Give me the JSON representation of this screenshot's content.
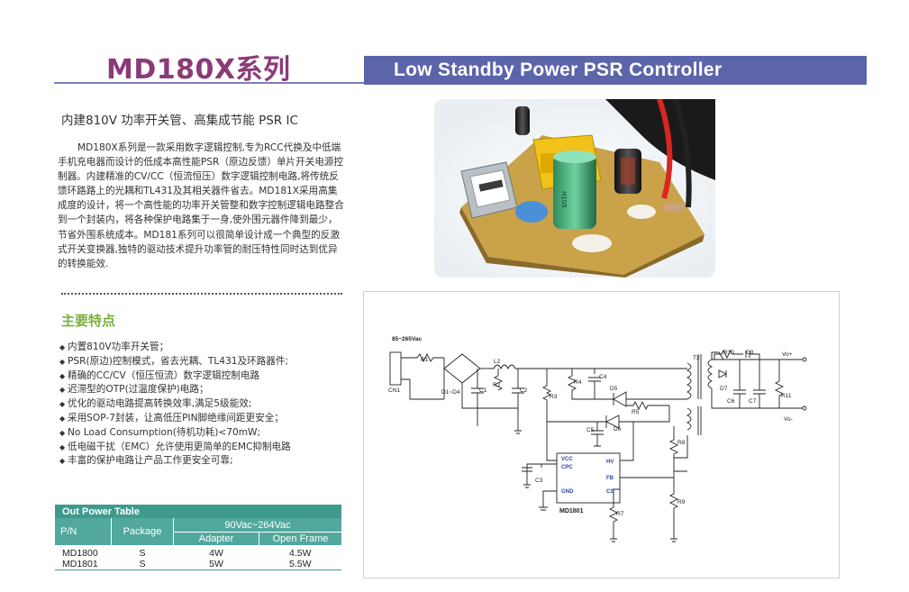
{
  "header": {
    "series_title": "MD180X系列",
    "bar_title": "Low Standby Power PSR Controller",
    "bar_color": "#5c64aa",
    "title_color": "#8b3a78"
  },
  "intro": {
    "subtitle": "内建810V 功率开关管、高集成节能 PSR IC",
    "description": "MD180X系列是一款采用数字逻辑控制,专为RCC代换及中低端手机充电器而设计的低成本高性能PSR（原边反馈）单片开关电源控制器。内建精准的CV/CC（恒流恒压）数字逻辑控制电路,将传统反馈环路路上的光耦和TL431及其相关器件省去。MD181X采用高集成度的设计，将一个高性能的功率开关管整和数字控制逻辑电路整合到一个封装内，将各种保护电路集于一身,使外围元器件降到最少，节省外围系统成本。MD181系列可以很简单设计成一个典型的反激式开关变换器,独特的驱动技术提升功率管的耐压特性同时达到优异的转换能效."
  },
  "features": {
    "heading": "主要特点",
    "heading_color": "#7ab13a",
    "items": [
      "内置810V功率开关管；",
      "PSR(原边)控制模式，省去光耦、TL431及环路器件;",
      "精确的CC/CV（恒压恒流）数字逻辑控制电路",
      "迟滞型的OTP(过温度保护)电路；",
      "优化的驱动电路提高转换效率,满足5级能效;",
      "采用SOP-7封装，让高低压PIN脚绝缘间距更安全；",
      "No Load Consumption(待机功耗)<70mW;",
      "低电磁干扰（EMC）允许使用更简单的EMC抑制电路",
      "丰富的保护电路让产品工作更安全可靠;"
    ]
  },
  "table": {
    "title": "Out Power Table",
    "header_color": "#3f9a8e",
    "col_pn": "P/N",
    "col_package": "Package",
    "col_range": "90Vac~264Vac",
    "col_adapter": "Adapter",
    "col_open_frame": "Open Frame",
    "rows": [
      {
        "pn": "MD1800",
        "package": "S",
        "adapter": "4W",
        "open_frame": "4.5W"
      },
      {
        "pn": "MD1801",
        "package": "S",
        "adapter": "5W",
        "open_frame": "5.5W"
      }
    ]
  },
  "schematic": {
    "input_label": "85~265Vac",
    "ic_name": "MD1801",
    "pins": [
      "VCC",
      "CPC",
      "GND",
      "HV",
      "FB",
      "CS"
    ],
    "labels": [
      "R1",
      "L2",
      "R2",
      "C1",
      "C2",
      "D1~D4",
      "CN1",
      "R3",
      "R4",
      "C4",
      "D5",
      "D6",
      "R5",
      "C5",
      "T2",
      "R10",
      "C8",
      "D7",
      "C6",
      "C7",
      "R11",
      "Vo+",
      "Vo-",
      "R8",
      "R9",
      "R7",
      "C3"
    ]
  },
  "photo": {
    "icon": "pcb-photo"
  }
}
